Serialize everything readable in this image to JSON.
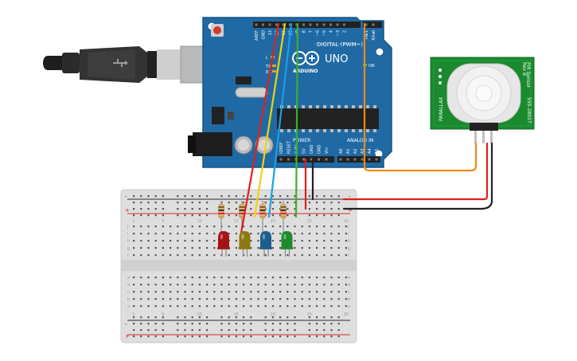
{
  "arduino": {
    "board_name": "UNO",
    "brand": "ARDUINO",
    "header_digital": "DIGITAL (PWM~)",
    "header_power": "POWER",
    "header_analog": "ANALOG IN",
    "on_label": "ON",
    "tx_label": "TX",
    "rx_label": "RX",
    "l_label": "L",
    "top_pins": [
      "AREF",
      "GND",
      "13",
      "12",
      "~11",
      "~10",
      "~9",
      "8",
      "7",
      "~6",
      "~5",
      "4",
      "~3",
      "2",
      "TX▸1",
      "RX◂0"
    ],
    "bottom_pins": [
      "IOREF",
      "RESET",
      "3.3V",
      "5V",
      "GND",
      "GND",
      "Vin",
      "A0",
      "A1",
      "A2",
      "A3",
      "A4",
      "A5"
    ]
  },
  "pir_sensor": {
    "left_label": "PARALLAX",
    "right_label_1": "PIR Sensor",
    "right_label_2": "Rev B",
    "right_label_3": "555-28027"
  },
  "breadboard": {
    "row_letters_top": [
      "j",
      "i",
      "h",
      "g",
      "f"
    ],
    "row_letters_bottom": [
      "e",
      "d",
      "c",
      "b",
      "a"
    ],
    "column_numbers": [
      "1",
      "",
      "",
      "",
      "5",
      "",
      "",
      "",
      "",
      "10",
      "",
      "",
      "",
      "",
      "15",
      "",
      "",
      "",
      "",
      "20",
      "",
      "",
      "",
      "",
      "25",
      "",
      "",
      "",
      "",
      "30"
    ],
    "rail_plus": "+",
    "rail_minus": "-"
  },
  "leds": [
    {
      "color_name": "red",
      "color": "#a31515"
    },
    {
      "color_name": "yellow",
      "color": "#8c7a10"
    },
    {
      "color_name": "blue",
      "color": "#1d5e8c"
    },
    {
      "color_name": "green",
      "color": "#1f8a2c"
    }
  ],
  "colors": {
    "board": "#1f6aa5",
    "wire_red": "#e0201a",
    "wire_yellow": "#f2d20a",
    "wire_blue": "#1aa0e6",
    "wire_green": "#3cb02a",
    "wire_orange": "#f08a14",
    "wire_black": "#222222"
  }
}
